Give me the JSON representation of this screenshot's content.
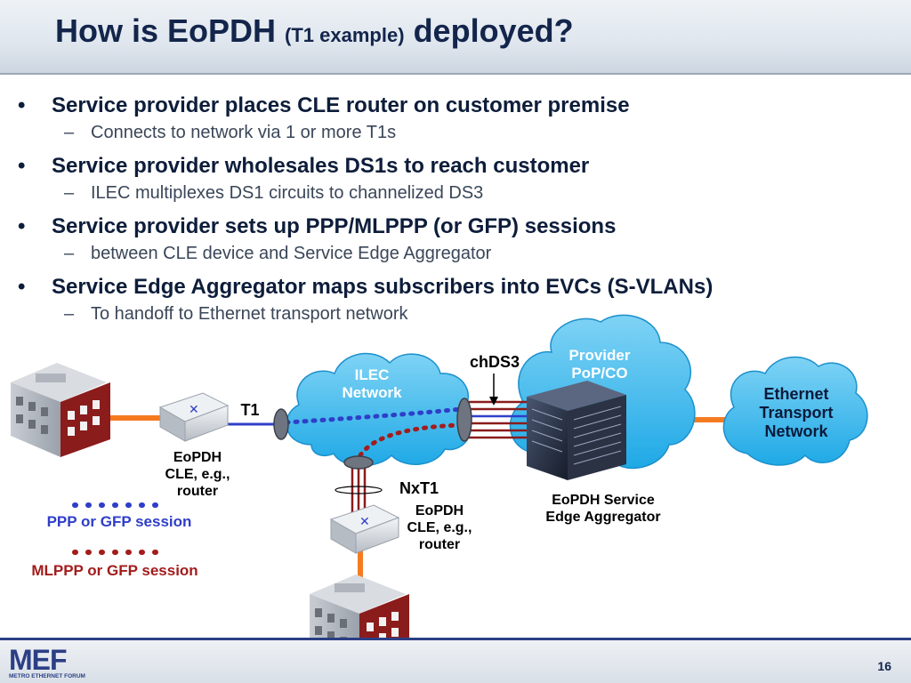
{
  "slide": {
    "title_main": "How is EoPDH",
    "title_paren": "(T1 example)",
    "title_end": "deployed?",
    "page_number": "16"
  },
  "bullets": [
    {
      "text": "Service provider places CLE router on customer premise",
      "sub": "Connects to network via 1 or more T1s"
    },
    {
      "text": "Service provider wholesales DS1s to reach customer",
      "sub": "ILEC multiplexes DS1 circuits to channelized DS3"
    },
    {
      "text": "Service provider sets up PPP/MLPPP (or GFP) sessions",
      "sub": "between CLE device and Service Edge Aggregator"
    },
    {
      "text": "Service Edge Aggregator maps subscribers into EVCs (S-VLANs)",
      "sub": "To handoff to Ethernet transport network"
    }
  ],
  "bullet_glyph": "•",
  "dash_glyph": "–",
  "diagram": {
    "ilec_label": "ILEC\nNetwork",
    "provider_label": "Provider\nPoP/CO",
    "ethernet_label": "Ethernet\nTransport\nNetwork",
    "t1_label": "T1",
    "chds3_label": "chDS3",
    "nxt1_label": "NxT1",
    "cle1_label": "EoPDH\nCLE, e.g.,\nrouter",
    "cle2_label": "EoPDH\nCLE, e.g.,\nrouter",
    "aggregator_label": "EoPDH Service\nEdge Aggregator"
  },
  "legend": {
    "ppp_label": "PPP or GFP session",
    "mlppp_label": "MLPPP or GFP session",
    "ppp_color": "#2f3ec8",
    "mlppp_color": "#a31c1c"
  },
  "logo": {
    "text": "MEF",
    "subtext": "METRO ETHERNET FORUM"
  },
  "colors": {
    "title": "#13254b",
    "cloud": "#35b6ec",
    "orange_link": "#f47b20",
    "t1_line": "#2f3ec8"
  },
  "icons": [
    "building-icon",
    "router-icon",
    "aggregator-chassis-icon",
    "cloud-icon"
  ]
}
